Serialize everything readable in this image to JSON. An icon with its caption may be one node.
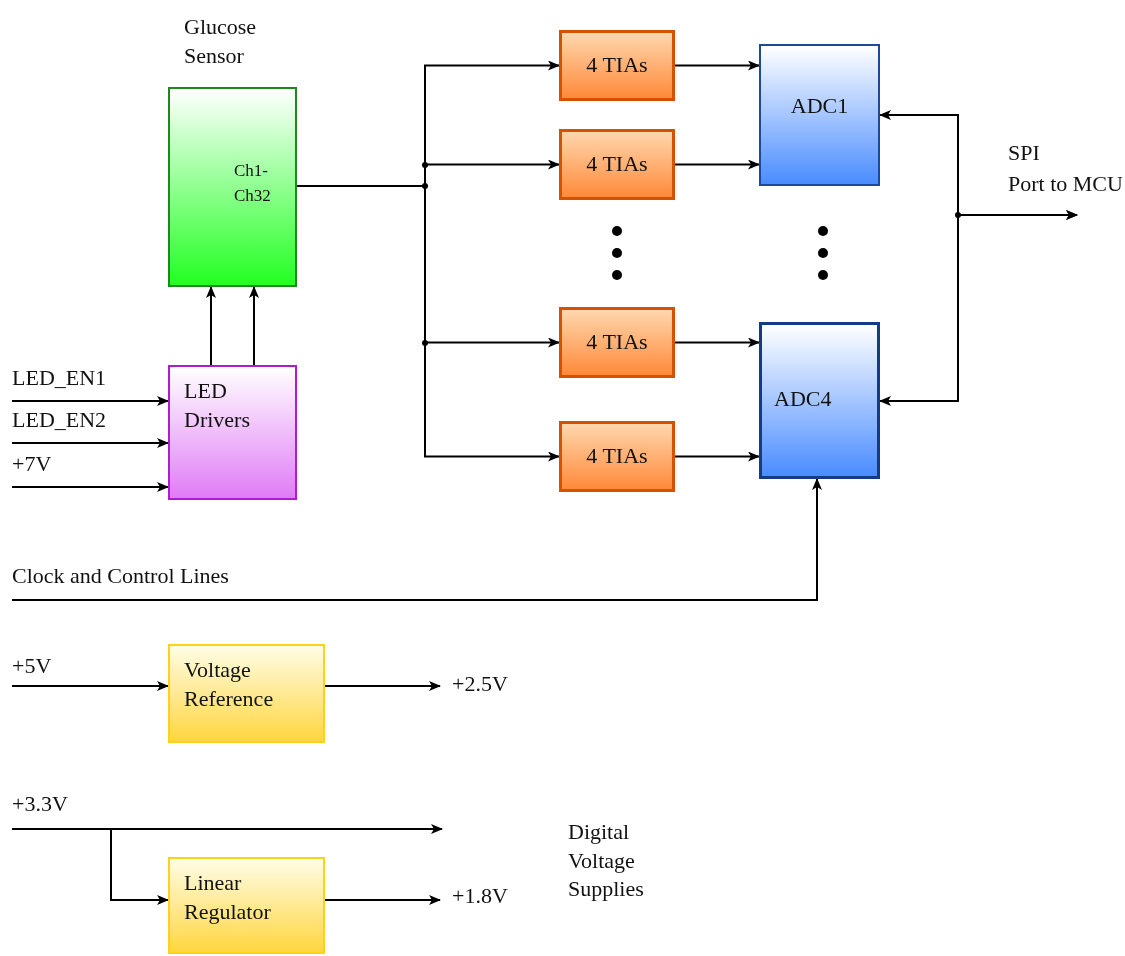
{
  "diagram": {
    "nodes": [
      {
        "text": [
          "Glucose Sensor",
          "Ch1- Ch32"
        ]
      },
      {
        "text": [
          "LED Drivers"
        ]
      },
      {
        "text": [
          "4 TIAs"
        ]
      },
      {
        "text": [
          "4 TIAs"
        ]
      },
      {
        "text": [
          "4 TIAs"
        ]
      },
      {
        "text": [
          "4 TIAs"
        ]
      },
      {
        "text": [
          "ADC1"
        ]
      },
      {
        "text": [
          "ADC4"
        ]
      },
      {
        "text": [
          "Voltage Reference"
        ]
      },
      {
        "text": [
          "Linear Regulator"
        ]
      },
      {
        "text": [
          "LED_EN1"
        ]
      },
      {
        "text": [
          "LED_EN2"
        ]
      },
      {
        "text": [
          "+7V"
        ]
      },
      {
        "text": [
          "Clock and Control Lines"
        ]
      },
      {
        "text": [
          "+5V"
        ]
      },
      {
        "text": [
          "+2.5V"
        ]
      },
      {
        "text": [
          "+3.3V"
        ]
      },
      {
        "text": [
          "+1.8V"
        ]
      },
      {
        "text": [
          "SPI Port to MCU"
        ]
      }
    ],
    "edges": [
      {
        "from": 0,
        "to": 2,
        "arrow": "to"
      },
      {
        "from": 0,
        "to": 3,
        "arrow": "to"
      },
      {
        "from": 0,
        "to": 4,
        "arrow": "to"
      },
      {
        "from": 0,
        "to": 5,
        "arrow": "to"
      },
      {
        "from": 2,
        "to": 6,
        "arrow": "to"
      },
      {
        "from": 3,
        "to": 6,
        "arrow": "to"
      },
      {
        "from": 4,
        "to": 7,
        "arrow": "to"
      },
      {
        "from": 5,
        "to": 7,
        "arrow": "to"
      },
      {
        "from": 6,
        "to": 18,
        "arrow": "both"
      },
      {
        "from": 7,
        "to": 18,
        "arrow": "both"
      },
      {
        "from": 1,
        "to": 0,
        "arrow": "to"
      },
      {
        "from": 1,
        "to": 0,
        "arrow": "to"
      },
      {
        "from": 10,
        "to": 1,
        "arrow": "to"
      },
      {
        "from": 11,
        "to": 1,
        "arrow": "to"
      },
      {
        "from": 12,
        "to": 1,
        "arrow": "to"
      },
      {
        "from": 13,
        "to": 7,
        "arrow": "to"
      },
      {
        "from": 14,
        "to": 8,
        "arrow": "to"
      },
      {
        "from": 8,
        "to": 15,
        "arrow": "to"
      },
      {
        "from": 16,
        "to": null,
        "arrow": "to"
      },
      {
        "from": 16,
        "to": 9,
        "arrow": "to"
      },
      {
        "from": 9,
        "to": 17,
        "arrow": "to"
      }
    ],
    "labels": [
      "Digital Voltage Supplies"
    ]
  }
}
